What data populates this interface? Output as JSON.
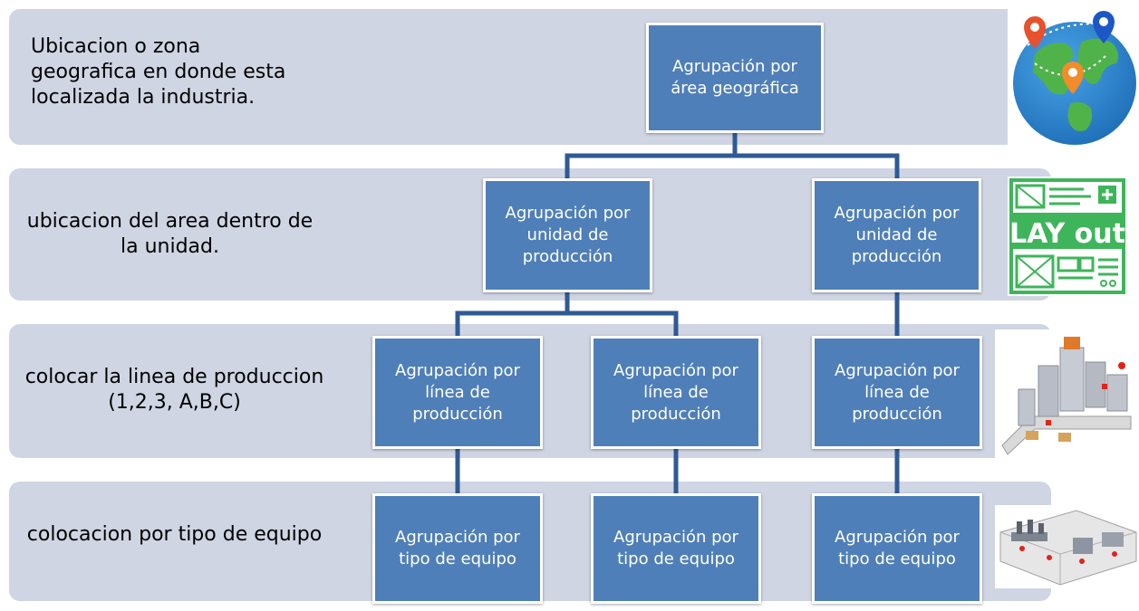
{
  "levels": [
    {
      "label": "Ubicacion o zona geografica en donde esta localizada la industria.",
      "icon": "globe-map-icon"
    },
    {
      "label": "ubicacion del area dentro de la unidad.",
      "icon": "layout-icon",
      "icon_text": "LAY out"
    },
    {
      "label": "colocar la linea de produccion (1,2,3, A,B,C)",
      "icon": "production-line-icon"
    },
    {
      "label": "colocacion por tipo de equipo",
      "icon": "equipment-plant-icon"
    }
  ],
  "nodes": {
    "geo": "Agrupación por área geográfica",
    "unit_1": "Agrupación por unidad de producción",
    "unit_2": "Agrupación por unidad de producción",
    "line_1": "Agrupación por línea de producción",
    "line_2": "Agrupación por línea de producción",
    "line_3": "Agrupación por línea de producción",
    "equip_1": "Agrupación por tipo de equipo",
    "equip_2": "Agrupación por tipo de equipo",
    "equip_3": "Agrupación por tipo de equipo"
  },
  "colors": {
    "band": "#cfd5e3",
    "node_fill": "#4f7fb8",
    "connector": "#2f5a94",
    "layout_green": "#3eb55a"
  }
}
